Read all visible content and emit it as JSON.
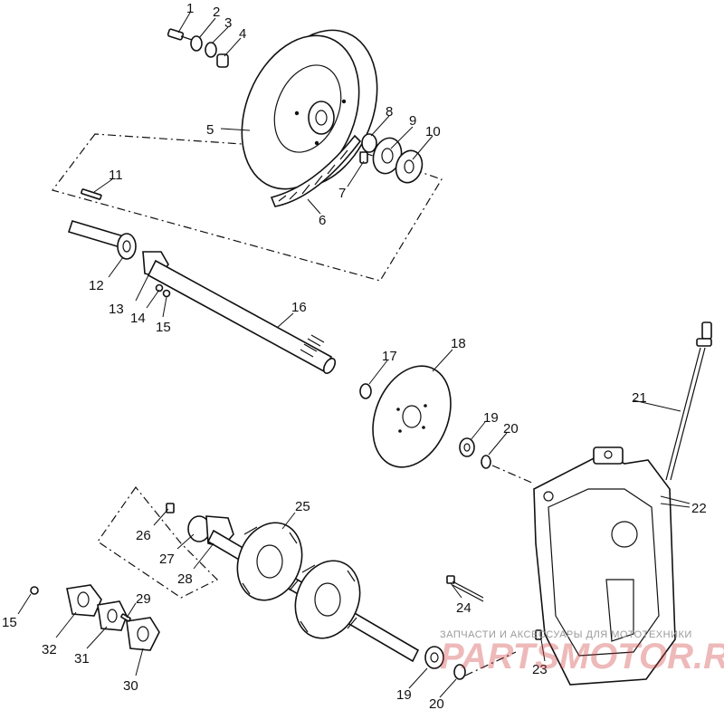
{
  "diagram": {
    "callouts": [
      {
        "id": "c1",
        "label": "1"
      },
      {
        "id": "c2",
        "label": "2"
      },
      {
        "id": "c3",
        "label": "3"
      },
      {
        "id": "c4",
        "label": "4"
      },
      {
        "id": "c5",
        "label": "5"
      },
      {
        "id": "c6",
        "label": "6"
      },
      {
        "id": "c7",
        "label": "7"
      },
      {
        "id": "c8",
        "label": "8"
      },
      {
        "id": "c9",
        "label": "9"
      },
      {
        "id": "c10",
        "label": "10"
      },
      {
        "id": "c11",
        "label": "11"
      },
      {
        "id": "c12",
        "label": "12"
      },
      {
        "id": "c13",
        "label": "13"
      },
      {
        "id": "c14",
        "label": "14"
      },
      {
        "id": "c15a",
        "label": "15"
      },
      {
        "id": "c16",
        "label": "16"
      },
      {
        "id": "c17",
        "label": "17"
      },
      {
        "id": "c18",
        "label": "18"
      },
      {
        "id": "c19a",
        "label": "19"
      },
      {
        "id": "c20a",
        "label": "20"
      },
      {
        "id": "c21",
        "label": "21"
      },
      {
        "id": "c22",
        "label": "22"
      },
      {
        "id": "c23",
        "label": "23"
      },
      {
        "id": "c24",
        "label": "24"
      },
      {
        "id": "c25",
        "label": "25"
      },
      {
        "id": "c26",
        "label": "26"
      },
      {
        "id": "c27",
        "label": "27"
      },
      {
        "id": "c28",
        "label": "28"
      },
      {
        "id": "c29",
        "label": "29"
      },
      {
        "id": "c30",
        "label": "30"
      },
      {
        "id": "c31",
        "label": "31"
      },
      {
        "id": "c32",
        "label": "32"
      },
      {
        "id": "c15b",
        "label": "15"
      },
      {
        "id": "c19b",
        "label": "19"
      },
      {
        "id": "c20b",
        "label": "20"
      }
    ]
  },
  "watermark": {
    "caption": "ЗАПЧАСТИ И АКСЕССУАРЫ ДЛЯ МОТОТЕХНИКИ",
    "brand": "PARTSMOTOR.RU",
    "brand_color": "#cf3a3a"
  }
}
